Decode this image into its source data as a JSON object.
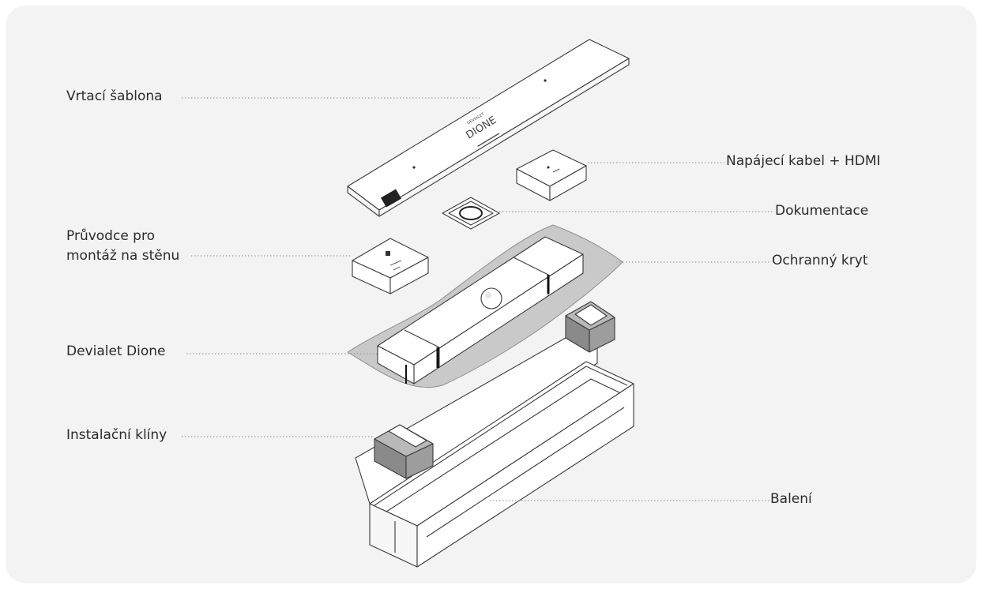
{
  "labels": {
    "drilling_template": "Vrtací šablona",
    "power_cable_hdmi": "Napájecí kabel + HDMI",
    "documentation": "Dokumentace",
    "wall_mount_guide_line1": "Průvodce pro",
    "wall_mount_guide_line2": "montáž na stěnu",
    "protective_cover": "Ochranný kryt",
    "devialet_dione": "Devialet Dione",
    "installation_wedges": "Instalační klíny",
    "packaging": "Balení"
  },
  "template_print": {
    "brand_small": "DEVIALET",
    "product": "DIONE"
  },
  "colors": {
    "panel_background": "#f3f3f3",
    "line_art": "#3a3a3a",
    "leader_dots": "#9a9a9a",
    "label_text": "#2b2b2b",
    "cover_fill": "#c9c9c9",
    "wedge_fill": "#b9b9b9"
  }
}
